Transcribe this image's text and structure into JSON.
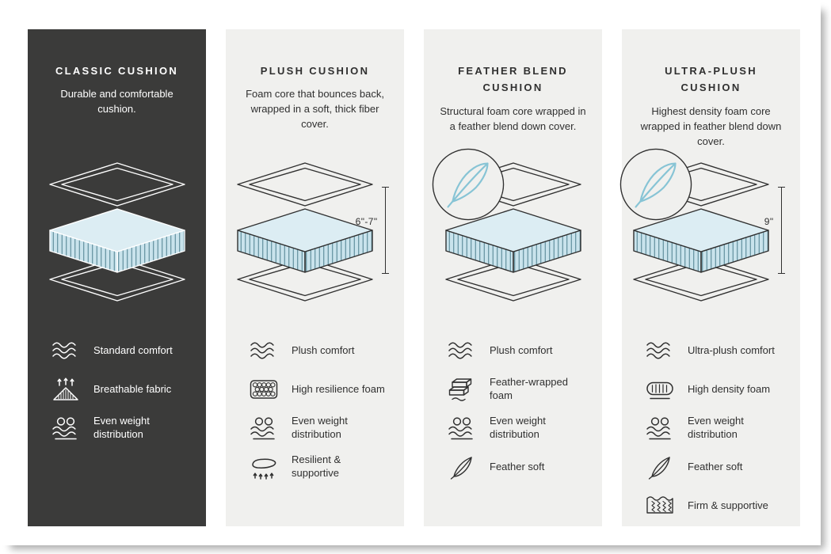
{
  "palette": {
    "dark_card_bg": "#3B3B3A",
    "light_card_bg": "#F0F0EE",
    "cushion_fill_blue": "#C9E3EC",
    "feather_blue": "#87C4D5"
  },
  "infographic": {
    "cards": [
      {
        "title": "CLASSIC CUSHION",
        "description": "Durable and comfortable cushion.",
        "features": [
          {
            "icon": "comfort-waves-icon",
            "label": "Standard comfort"
          },
          {
            "icon": "breathable-fabric-icon",
            "label": "Breathable fabric"
          },
          {
            "icon": "even-weight-distribution-icon",
            "label": "Even weight distribution"
          }
        ]
      },
      {
        "title": "PLUSH CUSHION",
        "description": "Foam core that bounces back, wrapped in a soft, thick fiber cover.",
        "measurement": "6\"-7\"",
        "features": [
          {
            "icon": "comfort-waves-icon",
            "label": "Plush comfort"
          },
          {
            "icon": "high-resilience-foam-icon",
            "label": "High resilience foam"
          },
          {
            "icon": "even-weight-distribution-icon",
            "label": "Even weight distribution"
          },
          {
            "icon": "resilient-supportive-icon",
            "label": "Resilient & supportive"
          }
        ]
      },
      {
        "title": "FEATHER BLEND CUSHION",
        "description": "Structural foam core wrapped in a feather blend down cover.",
        "feather_badge": true,
        "features": [
          {
            "icon": "comfort-waves-icon",
            "label": "Plush comfort"
          },
          {
            "icon": "feather-wrapped-foam-icon",
            "label": "Feather-wrapped foam"
          },
          {
            "icon": "even-weight-distribution-icon",
            "label": "Even weight distribution"
          },
          {
            "icon": "feather-icon",
            "label": "Feather soft"
          }
        ]
      },
      {
        "title": "ULTRA-PLUSH CUSHION",
        "description": "Highest density foam core wrapped in feather blend down cover.",
        "feather_badge": true,
        "measurement": "9\"",
        "features": [
          {
            "icon": "comfort-waves-icon",
            "label": "Ultra-plush comfort"
          },
          {
            "icon": "high-density-foam-icon",
            "label": "High density foam"
          },
          {
            "icon": "even-weight-distribution-icon",
            "label": "Even weight distribution"
          },
          {
            "icon": "feather-icon",
            "label": "Feather soft"
          },
          {
            "icon": "firm-supportive-icon",
            "label": "Firm & supportive"
          }
        ]
      }
    ]
  }
}
